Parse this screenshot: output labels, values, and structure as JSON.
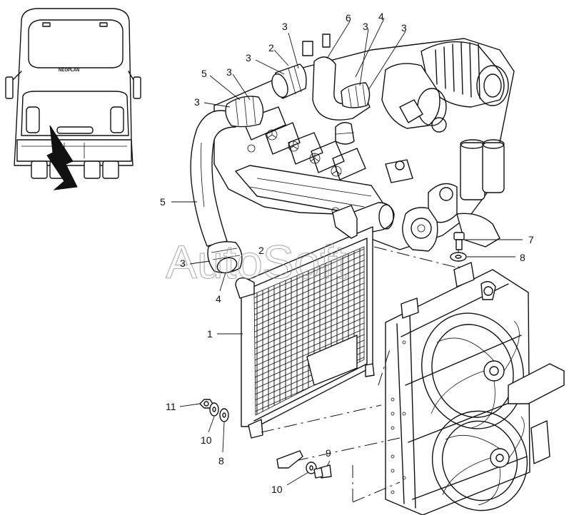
{
  "watermark": "AutoSoft",
  "bus_badge": "NEOPLAN",
  "callouts": [
    {
      "id": "c-1",
      "text": "1"
    },
    {
      "id": "c-2a",
      "text": "2"
    },
    {
      "id": "c-2b",
      "text": "2"
    },
    {
      "id": "c-3a",
      "text": "3"
    },
    {
      "id": "c-3b",
      "text": "3"
    },
    {
      "id": "c-3c",
      "text": "3"
    },
    {
      "id": "c-3d",
      "text": "3"
    },
    {
      "id": "c-3e",
      "text": "3"
    },
    {
      "id": "c-3f",
      "text": "3"
    },
    {
      "id": "c-3g",
      "text": "3"
    },
    {
      "id": "c-3h",
      "text": "3"
    },
    {
      "id": "c-4a",
      "text": "4"
    },
    {
      "id": "c-4b",
      "text": "4"
    },
    {
      "id": "c-5",
      "text": "5"
    },
    {
      "id": "c-6",
      "text": "6"
    },
    {
      "id": "c-7",
      "text": "7"
    },
    {
      "id": "c-8a",
      "text": "8"
    },
    {
      "id": "c-8b",
      "text": "8"
    },
    {
      "id": "c-9",
      "text": "9"
    },
    {
      "id": "c-10a",
      "text": "10"
    },
    {
      "id": "c-10b",
      "text": "10"
    },
    {
      "id": "c-11",
      "text": "11"
    }
  ]
}
